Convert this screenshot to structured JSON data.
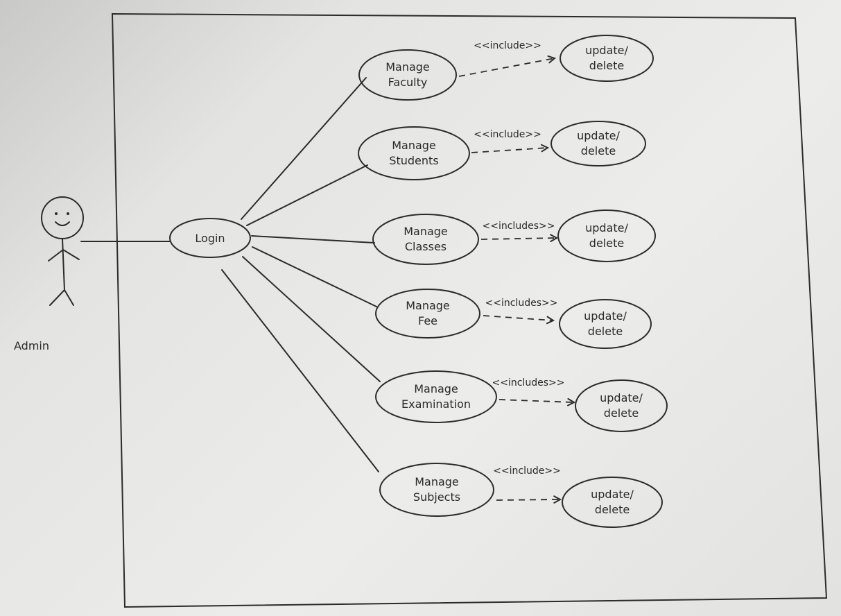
{
  "actor": {
    "label": "Admin"
  },
  "login": {
    "label": "Login"
  },
  "use_cases": [
    {
      "line1": "Manage",
      "line2": "Faculty",
      "relation": "<<include>>",
      "target_line1": "update/",
      "target_line2": "delete"
    },
    {
      "line1": "Manage",
      "line2": "Students",
      "relation": "<<include>>",
      "target_line1": "update/",
      "target_line2": "delete"
    },
    {
      "line1": "Manage",
      "line2": "Classes",
      "relation": "<<includes>>",
      "target_line1": "update/",
      "target_line2": "delete"
    },
    {
      "line1": "Manage",
      "line2": "Fee",
      "relation": "<<includes>>",
      "target_line1": "update/",
      "target_line2": "delete"
    },
    {
      "line1": "Manage",
      "line2": "Examination",
      "relation": "<<includes>>",
      "target_line1": "update/",
      "target_line2": "delete"
    },
    {
      "line1": "Manage",
      "line2": "Subjects",
      "relation": "<<include>>",
      "target_line1": "update/",
      "target_line2": "delete"
    }
  ]
}
